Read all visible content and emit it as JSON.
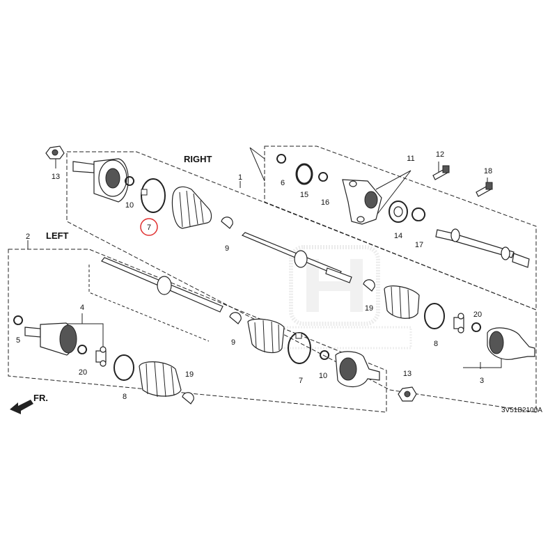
{
  "diagram": {
    "side_labels": {
      "right": "RIGHT",
      "left": "LEFT"
    },
    "front_marker": "FR.",
    "diagram_code": "3V51B2100A",
    "highlight_color": "#e03030",
    "watermark_color": "#c8c8c8",
    "callouts": {
      "c13a": "13",
      "c10a": "10",
      "c7a": "7",
      "c1": "1",
      "c9a": "9",
      "c6": "6",
      "c15": "15",
      "c16": "16",
      "c11": "11",
      "c12": "12",
      "c18": "18",
      "c14": "14",
      "c17": "17",
      "c2": "2",
      "c4": "4",
      "c5": "5",
      "c20a": "20",
      "c8a": "8",
      "c19a": "19",
      "c9b": "9",
      "c7b": "7",
      "c10b": "10",
      "c13b": "13",
      "c19b": "19",
      "c8b": "8",
      "c20b": "20",
      "c3": "3"
    },
    "highlighted_callout": "7"
  }
}
